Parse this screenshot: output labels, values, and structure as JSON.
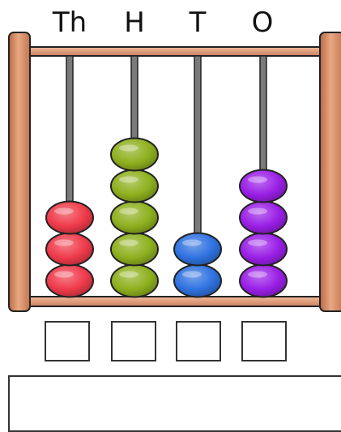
{
  "columns": [
    {
      "label": "Th",
      "place": "thousands",
      "beads": 3,
      "color": "#ef3a4a"
    },
    {
      "label": "H",
      "place": "hundreds",
      "beads": 5,
      "color": "#8eb01e"
    },
    {
      "label": "T",
      "place": "tens",
      "beads": 2,
      "color": "#2f72e0"
    },
    {
      "label": "O",
      "place": "ones",
      "beads": 4,
      "color": "#9a1fe6"
    }
  ],
  "frame_color": "#d6906a",
  "answer_boxes": [
    "",
    "",
    "",
    ""
  ],
  "answer_field": ""
}
